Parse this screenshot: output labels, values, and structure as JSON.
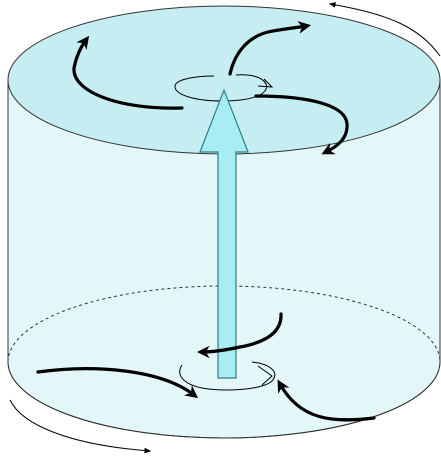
{
  "diagram": {
    "colors": {
      "cylinder_fill": "#e3f7f9",
      "top_face_fill": "#c6eef2",
      "outline": "#333333",
      "central_arrow_fill": "#a8ecf4",
      "central_arrow_stroke": "#2b7f86",
      "flow_arrow": "#000000",
      "background": "#ffffff"
    },
    "elements": {
      "cylinder": "cylinder-body",
      "top_face": "cylinder-top-face",
      "bottom_face": "cylinder-bottom-face-dashed",
      "updraft": "central-upward-arrow",
      "top_outflow": "radial-outflow-arrows",
      "bottom_inflow": "radial-inflow-arrows",
      "rotation": "rotation-indicator-arrows"
    }
  }
}
